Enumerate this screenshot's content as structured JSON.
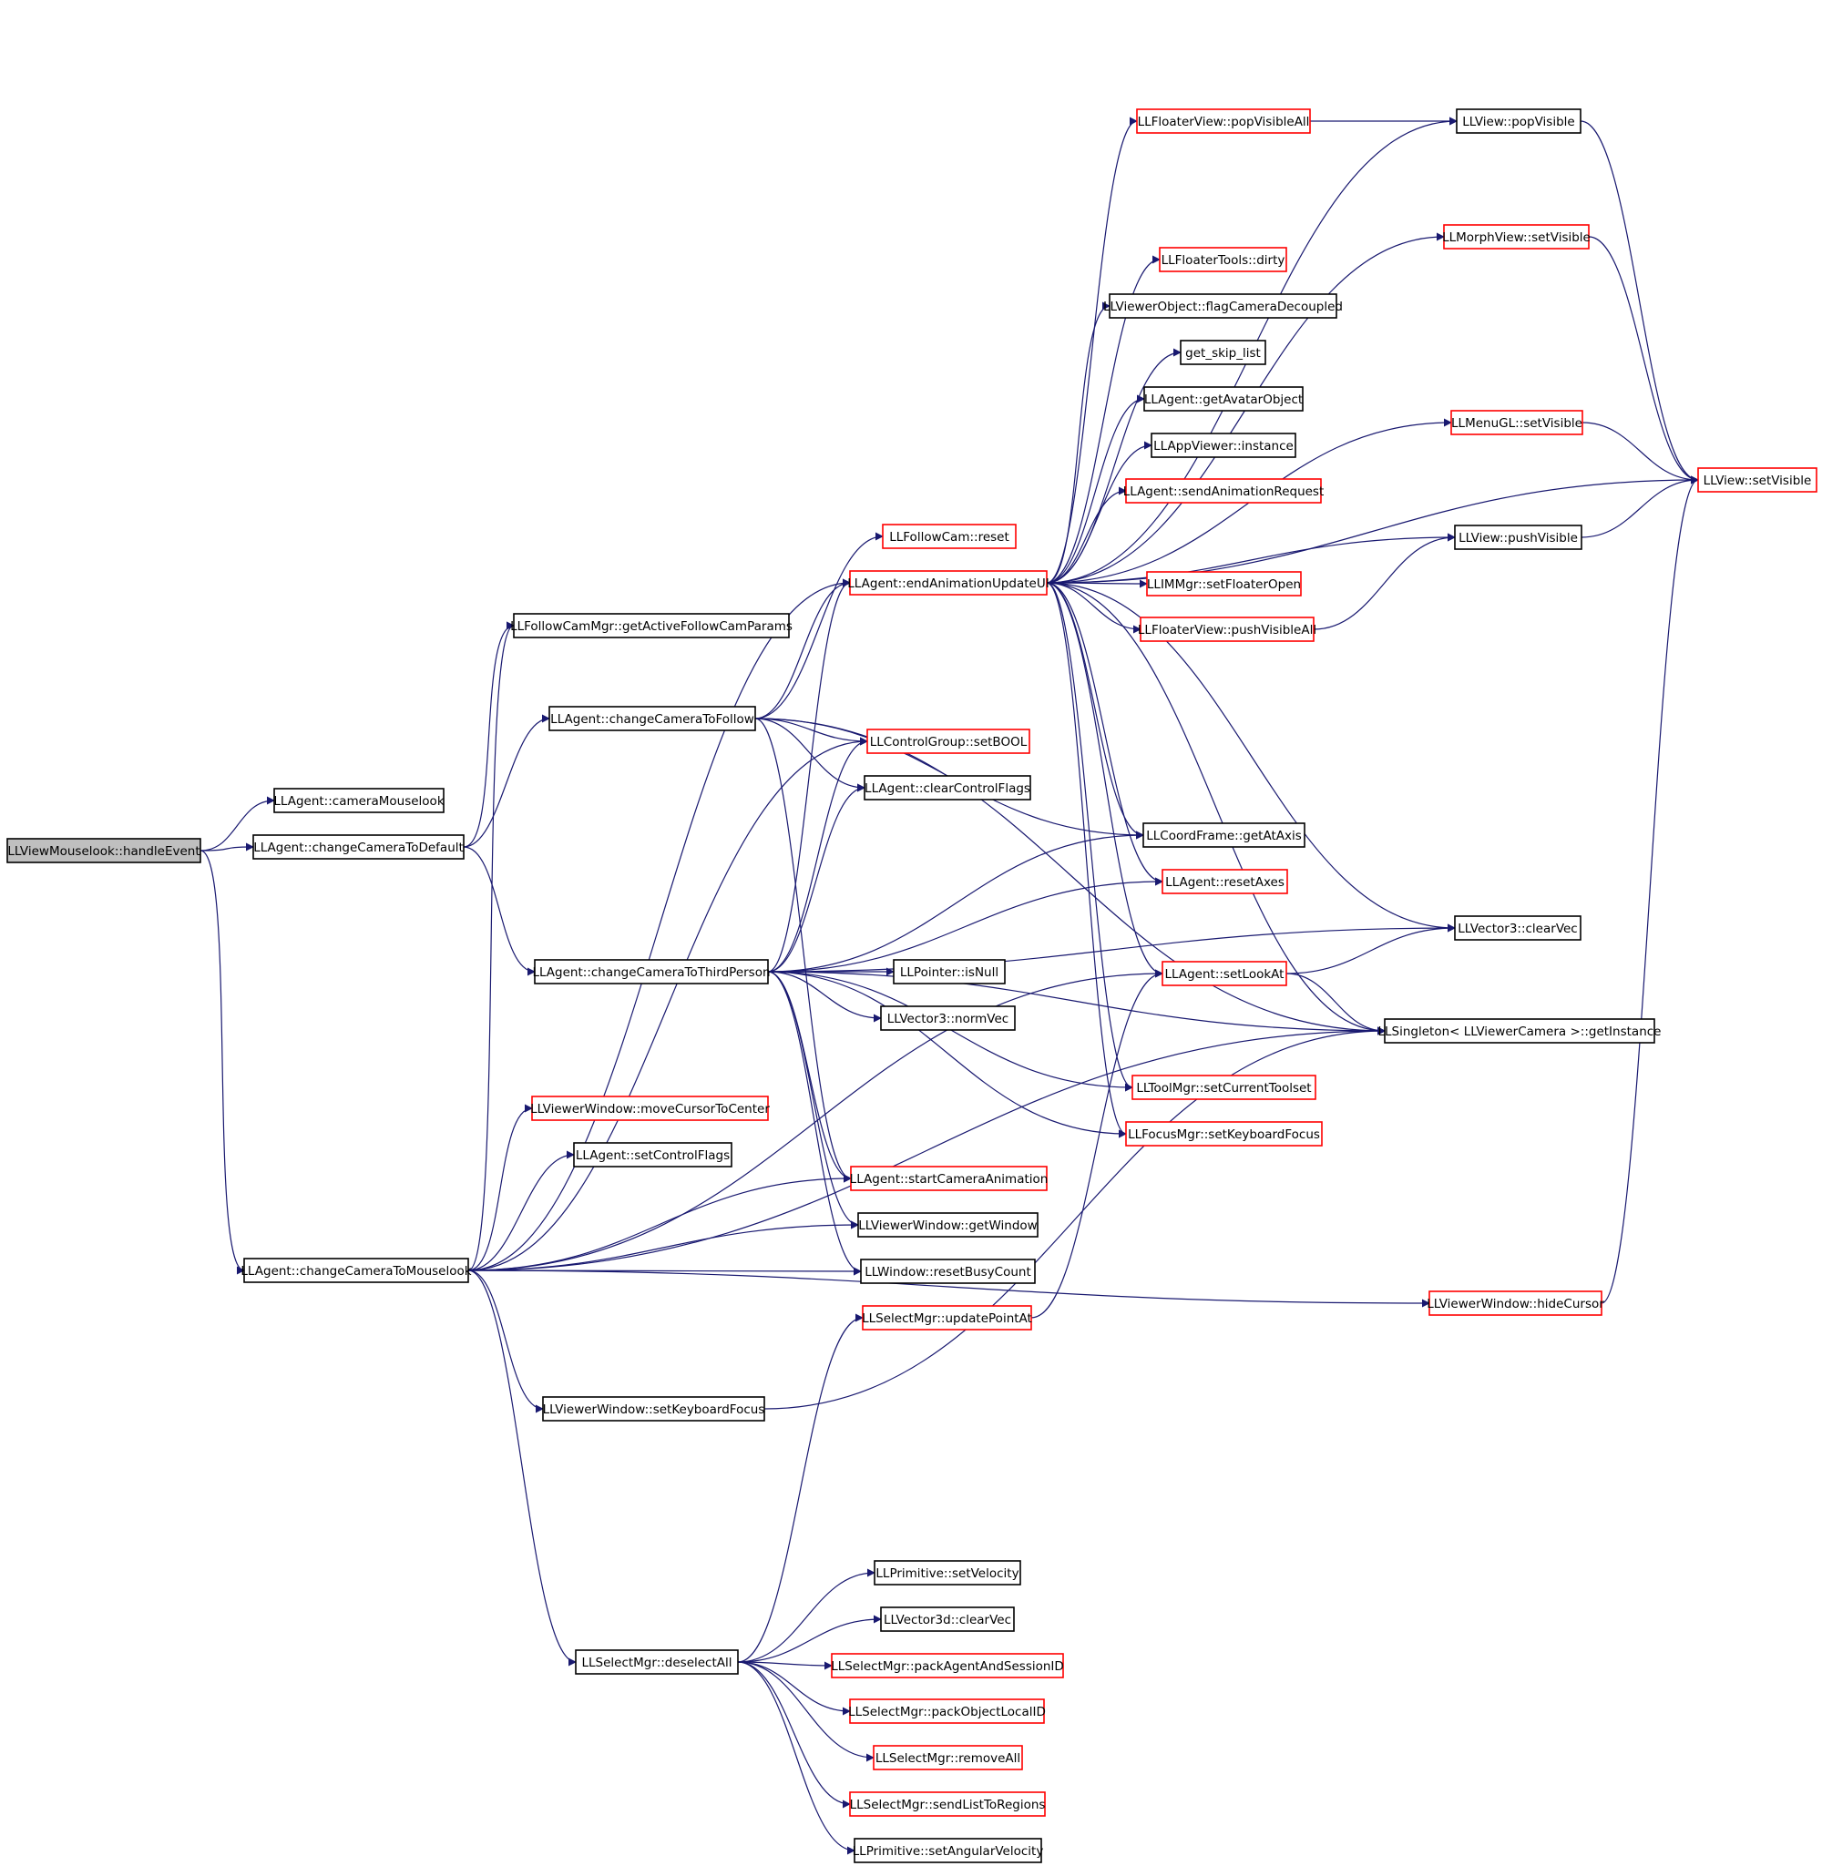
{
  "colors": {
    "edge": "#191970",
    "border_plain": "#000000",
    "border_truncated": "#ff0000",
    "root_fill": "#bfbfbf",
    "node_fill": "#ffffff"
  },
  "nodes": [
    {
      "id": "n0",
      "label": "LLViewMouselook::handleEvent",
      "style": "root"
    },
    {
      "id": "n1",
      "label": "LLAgent::cameraMouselook",
      "style": "plain"
    },
    {
      "id": "n2",
      "label": "LLAgent::changeCameraToDefault",
      "style": "plain"
    },
    {
      "id": "n3",
      "label": "LLFollowCamMgr::getActiveFollowCamParams",
      "style": "plain"
    },
    {
      "id": "n4",
      "label": "LLAgent::changeCameraToFollow",
      "style": "plain"
    },
    {
      "id": "n5",
      "label": "LLAgent::changeCameraToThirdPerson",
      "style": "plain"
    },
    {
      "id": "n6",
      "label": "LLViewerWindow::moveCursorToCenter",
      "style": "truncated"
    },
    {
      "id": "n7",
      "label": "LLAgent::setControlFlags",
      "style": "plain"
    },
    {
      "id": "n8",
      "label": "LLAgent::changeCameraToMouselook",
      "style": "plain"
    },
    {
      "id": "n9",
      "label": "LLViewerWindow::setKeyboardFocus",
      "style": "plain"
    },
    {
      "id": "n10",
      "label": "LLSelectMgr::deselectAll",
      "style": "plain"
    },
    {
      "id": "n11",
      "label": "LLFollowCam::reset",
      "style": "truncated"
    },
    {
      "id": "n12",
      "label": "LLAgent::endAnimationUpdateUI",
      "style": "truncated"
    },
    {
      "id": "n13",
      "label": "LLControlGroup::setBOOL",
      "style": "truncated"
    },
    {
      "id": "n14",
      "label": "LLAgent::clearControlFlags",
      "style": "plain"
    },
    {
      "id": "n15",
      "label": "LLPointer::isNull",
      "style": "plain"
    },
    {
      "id": "n16",
      "label": "LLVector3::normVec",
      "style": "plain"
    },
    {
      "id": "n17",
      "label": "LLAgent::startCameraAnimation",
      "style": "truncated"
    },
    {
      "id": "n18",
      "label": "LLViewerWindow::getWindow",
      "style": "plain"
    },
    {
      "id": "n19",
      "label": "LLWindow::resetBusyCount",
      "style": "plain"
    },
    {
      "id": "n20",
      "label": "LLSelectMgr::updatePointAt",
      "style": "truncated"
    },
    {
      "id": "n21",
      "label": "LLPrimitive::setVelocity",
      "style": "plain"
    },
    {
      "id": "n22",
      "label": "LLVector3d::clearVec",
      "style": "plain"
    },
    {
      "id": "n23",
      "label": "LLSelectMgr::packAgentAndSessionID",
      "style": "truncated"
    },
    {
      "id": "n24",
      "label": "LLSelectMgr::packObjectLocalID",
      "style": "truncated"
    },
    {
      "id": "n25",
      "label": "LLSelectMgr::removeAll",
      "style": "truncated"
    },
    {
      "id": "n26",
      "label": "LLSelectMgr::sendListToRegions",
      "style": "truncated"
    },
    {
      "id": "n27",
      "label": "LLPrimitive::setAngularVelocity",
      "style": "plain"
    },
    {
      "id": "n28",
      "label": "LLFloaterView::popVisibleAll",
      "style": "truncated"
    },
    {
      "id": "n29",
      "label": "LLFloaterTools::dirty",
      "style": "truncated"
    },
    {
      "id": "n30",
      "label": "LLViewerObject::flagCameraDecoupled",
      "style": "plain"
    },
    {
      "id": "n31",
      "label": "get_skip_list",
      "style": "plain"
    },
    {
      "id": "n32",
      "label": "LLAgent::getAvatarObject",
      "style": "plain"
    },
    {
      "id": "n33",
      "label": "LLAppViewer::instance",
      "style": "plain"
    },
    {
      "id": "n34",
      "label": "LLAgent::sendAnimationRequest",
      "style": "truncated"
    },
    {
      "id": "n35",
      "label": "LLIMMgr::setFloaterOpen",
      "style": "truncated"
    },
    {
      "id": "n36",
      "label": "LLFloaterView::pushVisibleAll",
      "style": "truncated"
    },
    {
      "id": "n37",
      "label": "LLCoordFrame::getAtAxis",
      "style": "plain"
    },
    {
      "id": "n38",
      "label": "LLAgent::resetAxes",
      "style": "truncated"
    },
    {
      "id": "n39",
      "label": "LLAgent::setLookAt",
      "style": "truncated"
    },
    {
      "id": "n40",
      "label": "LLToolMgr::setCurrentToolset",
      "style": "truncated"
    },
    {
      "id": "n41",
      "label": "LLFocusMgr::setKeyboardFocus",
      "style": "truncated"
    },
    {
      "id": "n42",
      "label": "LLView::popVisible",
      "style": "plain"
    },
    {
      "id": "n43",
      "label": "LLMorphView::setVisible",
      "style": "truncated"
    },
    {
      "id": "n44",
      "label": "LLMenuGL::setVisible",
      "style": "truncated"
    },
    {
      "id": "n45",
      "label": "LLView::setVisible",
      "style": "truncated"
    },
    {
      "id": "n46",
      "label": "LLView::pushVisible",
      "style": "plain"
    },
    {
      "id": "n47",
      "label": "LLVector3::clearVec",
      "style": "plain"
    },
    {
      "id": "n48",
      "label": "LLSingleton< LLViewerCamera >::getInstance",
      "style": "plain"
    },
    {
      "id": "n49",
      "label": "LLViewerWindow::hideCursor",
      "style": "truncated"
    }
  ],
  "edges": [
    [
      "n0",
      "n1"
    ],
    [
      "n0",
      "n2"
    ],
    [
      "n0",
      "n8"
    ],
    [
      "n2",
      "n3"
    ],
    [
      "n2",
      "n4"
    ],
    [
      "n2",
      "n5"
    ],
    [
      "n4",
      "n11"
    ],
    [
      "n4",
      "n12"
    ],
    [
      "n4",
      "n13"
    ],
    [
      "n4",
      "n14"
    ],
    [
      "n4",
      "n17"
    ],
    [
      "n4",
      "n37"
    ],
    [
      "n4",
      "n48"
    ],
    [
      "n5",
      "n12"
    ],
    [
      "n5",
      "n13"
    ],
    [
      "n5",
      "n14"
    ],
    [
      "n5",
      "n15"
    ],
    [
      "n5",
      "n16"
    ],
    [
      "n5",
      "n17"
    ],
    [
      "n5",
      "n18"
    ],
    [
      "n5",
      "n19"
    ],
    [
      "n5",
      "n37"
    ],
    [
      "n5",
      "n38"
    ],
    [
      "n5",
      "n40"
    ],
    [
      "n5",
      "n41"
    ],
    [
      "n5",
      "n47"
    ],
    [
      "n5",
      "n48"
    ],
    [
      "n8",
      "n3"
    ],
    [
      "n8",
      "n6"
    ],
    [
      "n8",
      "n7"
    ],
    [
      "n8",
      "n9"
    ],
    [
      "n8",
      "n10"
    ],
    [
      "n8",
      "n12"
    ],
    [
      "n8",
      "n13"
    ],
    [
      "n8",
      "n17"
    ],
    [
      "n8",
      "n18"
    ],
    [
      "n8",
      "n19"
    ],
    [
      "n8",
      "n39"
    ],
    [
      "n8",
      "n48"
    ],
    [
      "n8",
      "n49"
    ],
    [
      "n9",
      "n48"
    ],
    [
      "n10",
      "n20"
    ],
    [
      "n10",
      "n21"
    ],
    [
      "n10",
      "n22"
    ],
    [
      "n10",
      "n23"
    ],
    [
      "n10",
      "n24"
    ],
    [
      "n10",
      "n25"
    ],
    [
      "n10",
      "n26"
    ],
    [
      "n10",
      "n27"
    ],
    [
      "n20",
      "n39"
    ],
    [
      "n12",
      "n28"
    ],
    [
      "n12",
      "n29"
    ],
    [
      "n12",
      "n30"
    ],
    [
      "n12",
      "n31"
    ],
    [
      "n12",
      "n32"
    ],
    [
      "n12",
      "n33"
    ],
    [
      "n12",
      "n34"
    ],
    [
      "n12",
      "n35"
    ],
    [
      "n12",
      "n36"
    ],
    [
      "n12",
      "n37"
    ],
    [
      "n12",
      "n38"
    ],
    [
      "n12",
      "n39"
    ],
    [
      "n12",
      "n40"
    ],
    [
      "n12",
      "n41"
    ],
    [
      "n12",
      "n42"
    ],
    [
      "n12",
      "n43"
    ],
    [
      "n12",
      "n44"
    ],
    [
      "n12",
      "n45"
    ],
    [
      "n12",
      "n46"
    ],
    [
      "n12",
      "n47"
    ],
    [
      "n12",
      "n48"
    ],
    [
      "n28",
      "n42"
    ],
    [
      "n42",
      "n45"
    ],
    [
      "n43",
      "n45"
    ],
    [
      "n44",
      "n45"
    ],
    [
      "n46",
      "n45"
    ],
    [
      "n36",
      "n46"
    ],
    [
      "n39",
      "n47"
    ],
    [
      "n39",
      "n48"
    ],
    [
      "n49",
      "n45"
    ]
  ]
}
